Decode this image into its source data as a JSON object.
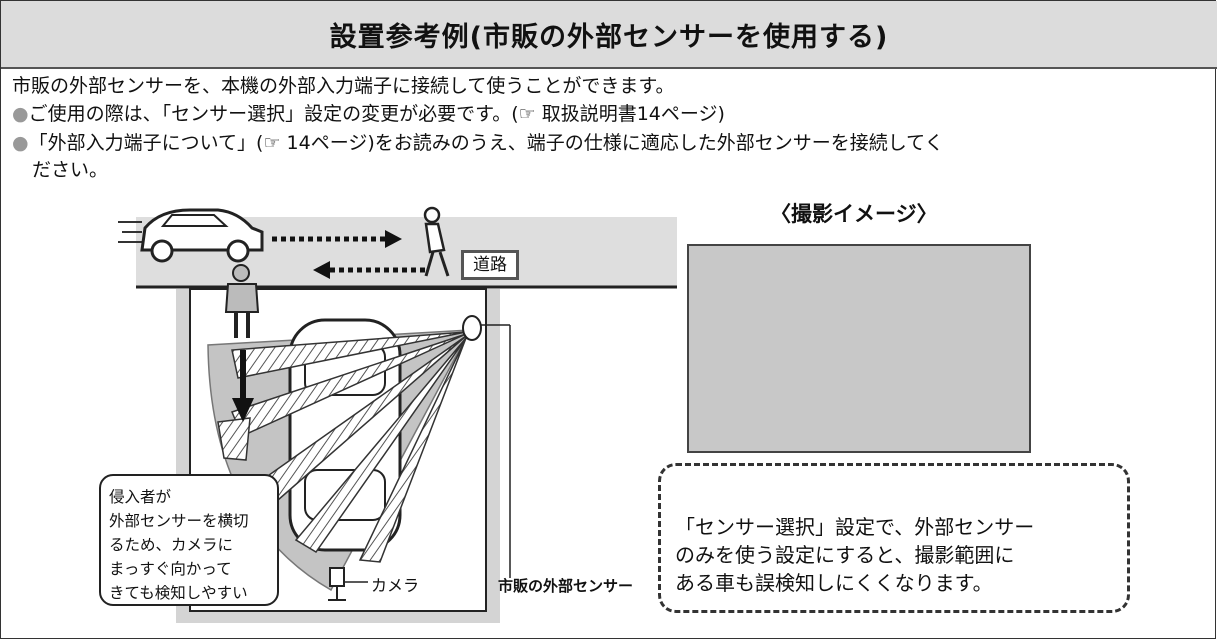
{
  "title": "設置参考例(市販の外部センサーを使用する)",
  "intro": "市販の外部センサーを、本機の外部入力端子に接続して使うことができます。",
  "bullet_mark": "●",
  "bullets": [
    {
      "pre": "ご使用の際は、「センサー選択」設定の変更が必要です。(",
      "ref_icon": "☞",
      "ref": " 取扱説明書14ページ)"
    },
    {
      "pre": "「外部入力端子について」(",
      "ref_icon": "☞",
      "ref": " 14ページ)をお読みのうえ、端子の仕様に適応した外部センサーを接続してく",
      "cont": "ださい。"
    }
  ],
  "diagram": {
    "road_label": "道路",
    "callout_lines": [
      "侵入者が",
      "外部センサーを横切",
      "るため、カメラに",
      "まっすぐ向かって",
      "きても検知しやすい"
    ],
    "camera_label": "カメラ",
    "sensor_label": "市販の外部センサー"
  },
  "image_title": "〈撮影イメージ〉",
  "note_lines": [
    "「センサー選択」設定で、外部センサー",
    "のみを使う設定にすると、撮影範囲に",
    "ある車も誤検知しにくくなります。"
  ]
}
